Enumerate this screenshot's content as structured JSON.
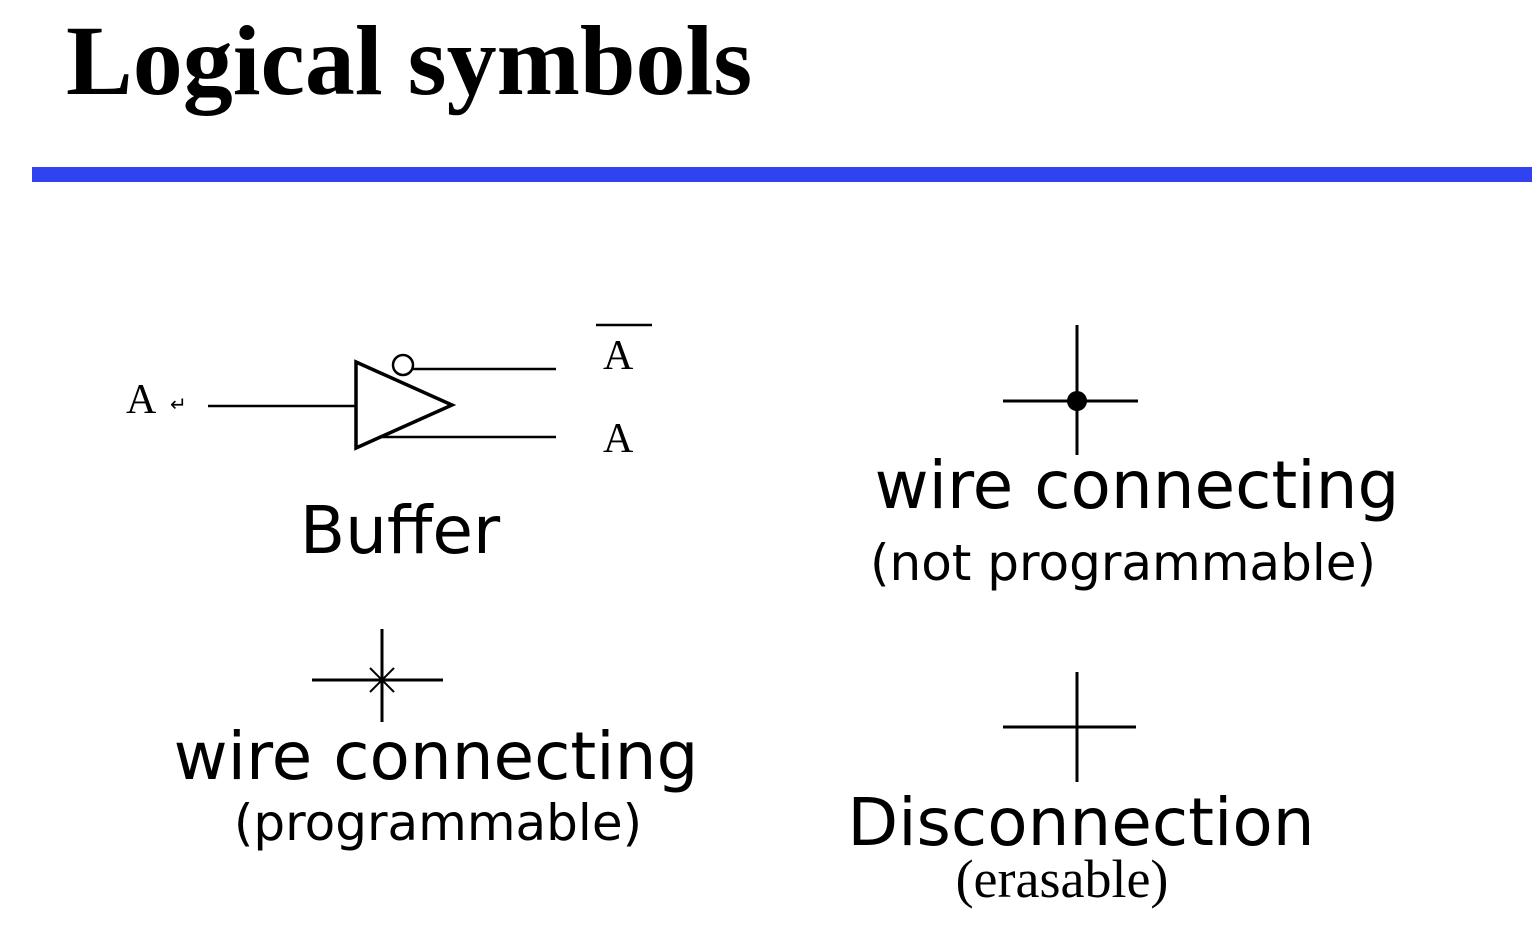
{
  "title": "Logical symbols",
  "colors": {
    "rule": "#3142f0",
    "ink": "#000000"
  },
  "buffer": {
    "input_label": "A",
    "return_glyph": "↵",
    "output_inverted_label": "A",
    "output_label": "A",
    "caption": "Buffer"
  },
  "fixed_connection": {
    "symbol": "dot-junction-icon",
    "caption": "wire connecting",
    "subcaption": "(not programmable)"
  },
  "programmable_connection": {
    "symbol": "cross-junction-icon",
    "caption": "wire connecting",
    "subcaption": "(programmable)"
  },
  "disconnection": {
    "symbol": "plain-crossing-icon",
    "caption": "Disconnection",
    "subcaption": "(erasable)"
  }
}
